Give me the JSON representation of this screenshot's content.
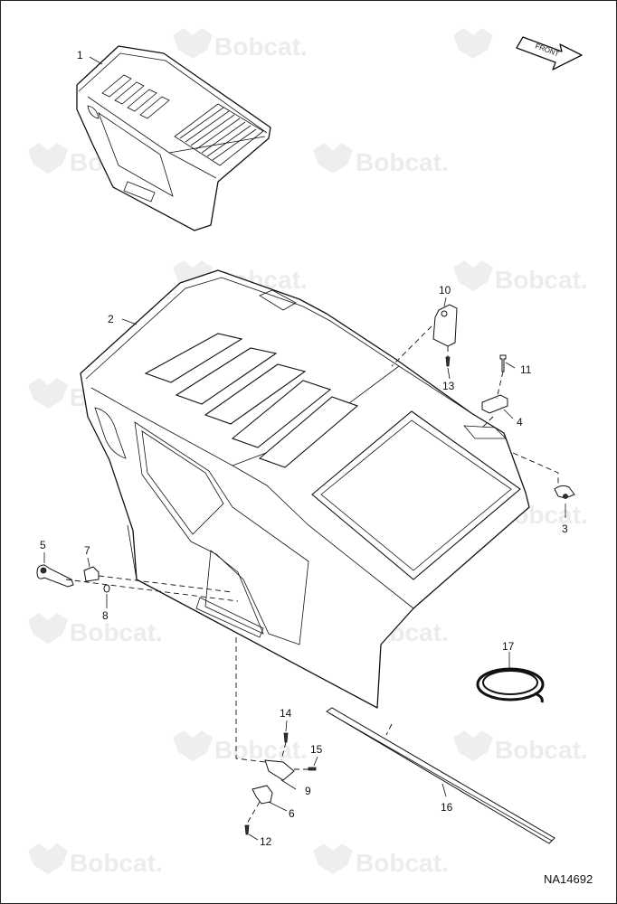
{
  "watermark": {
    "brand": "Bobcat."
  },
  "front_marker": {
    "label": "FRONT"
  },
  "drawing_number": "NA14692",
  "callouts": [
    {
      "id": "c1",
      "label": "1"
    },
    {
      "id": "c2",
      "label": "2"
    },
    {
      "id": "c3",
      "label": "3"
    },
    {
      "id": "c4",
      "label": "4"
    },
    {
      "id": "c5",
      "label": "5"
    },
    {
      "id": "c6",
      "label": "6"
    },
    {
      "id": "c7",
      "label": "7"
    },
    {
      "id": "c8",
      "label": "8"
    },
    {
      "id": "c9",
      "label": "9"
    },
    {
      "id": "c10",
      "label": "10"
    },
    {
      "id": "c11",
      "label": "11"
    },
    {
      "id": "c12",
      "label": "12"
    },
    {
      "id": "c13",
      "label": "13"
    },
    {
      "id": "c14",
      "label": "14"
    },
    {
      "id": "c15",
      "label": "15"
    },
    {
      "id": "c16",
      "label": "16"
    },
    {
      "id": "c17",
      "label": "17"
    }
  ]
}
